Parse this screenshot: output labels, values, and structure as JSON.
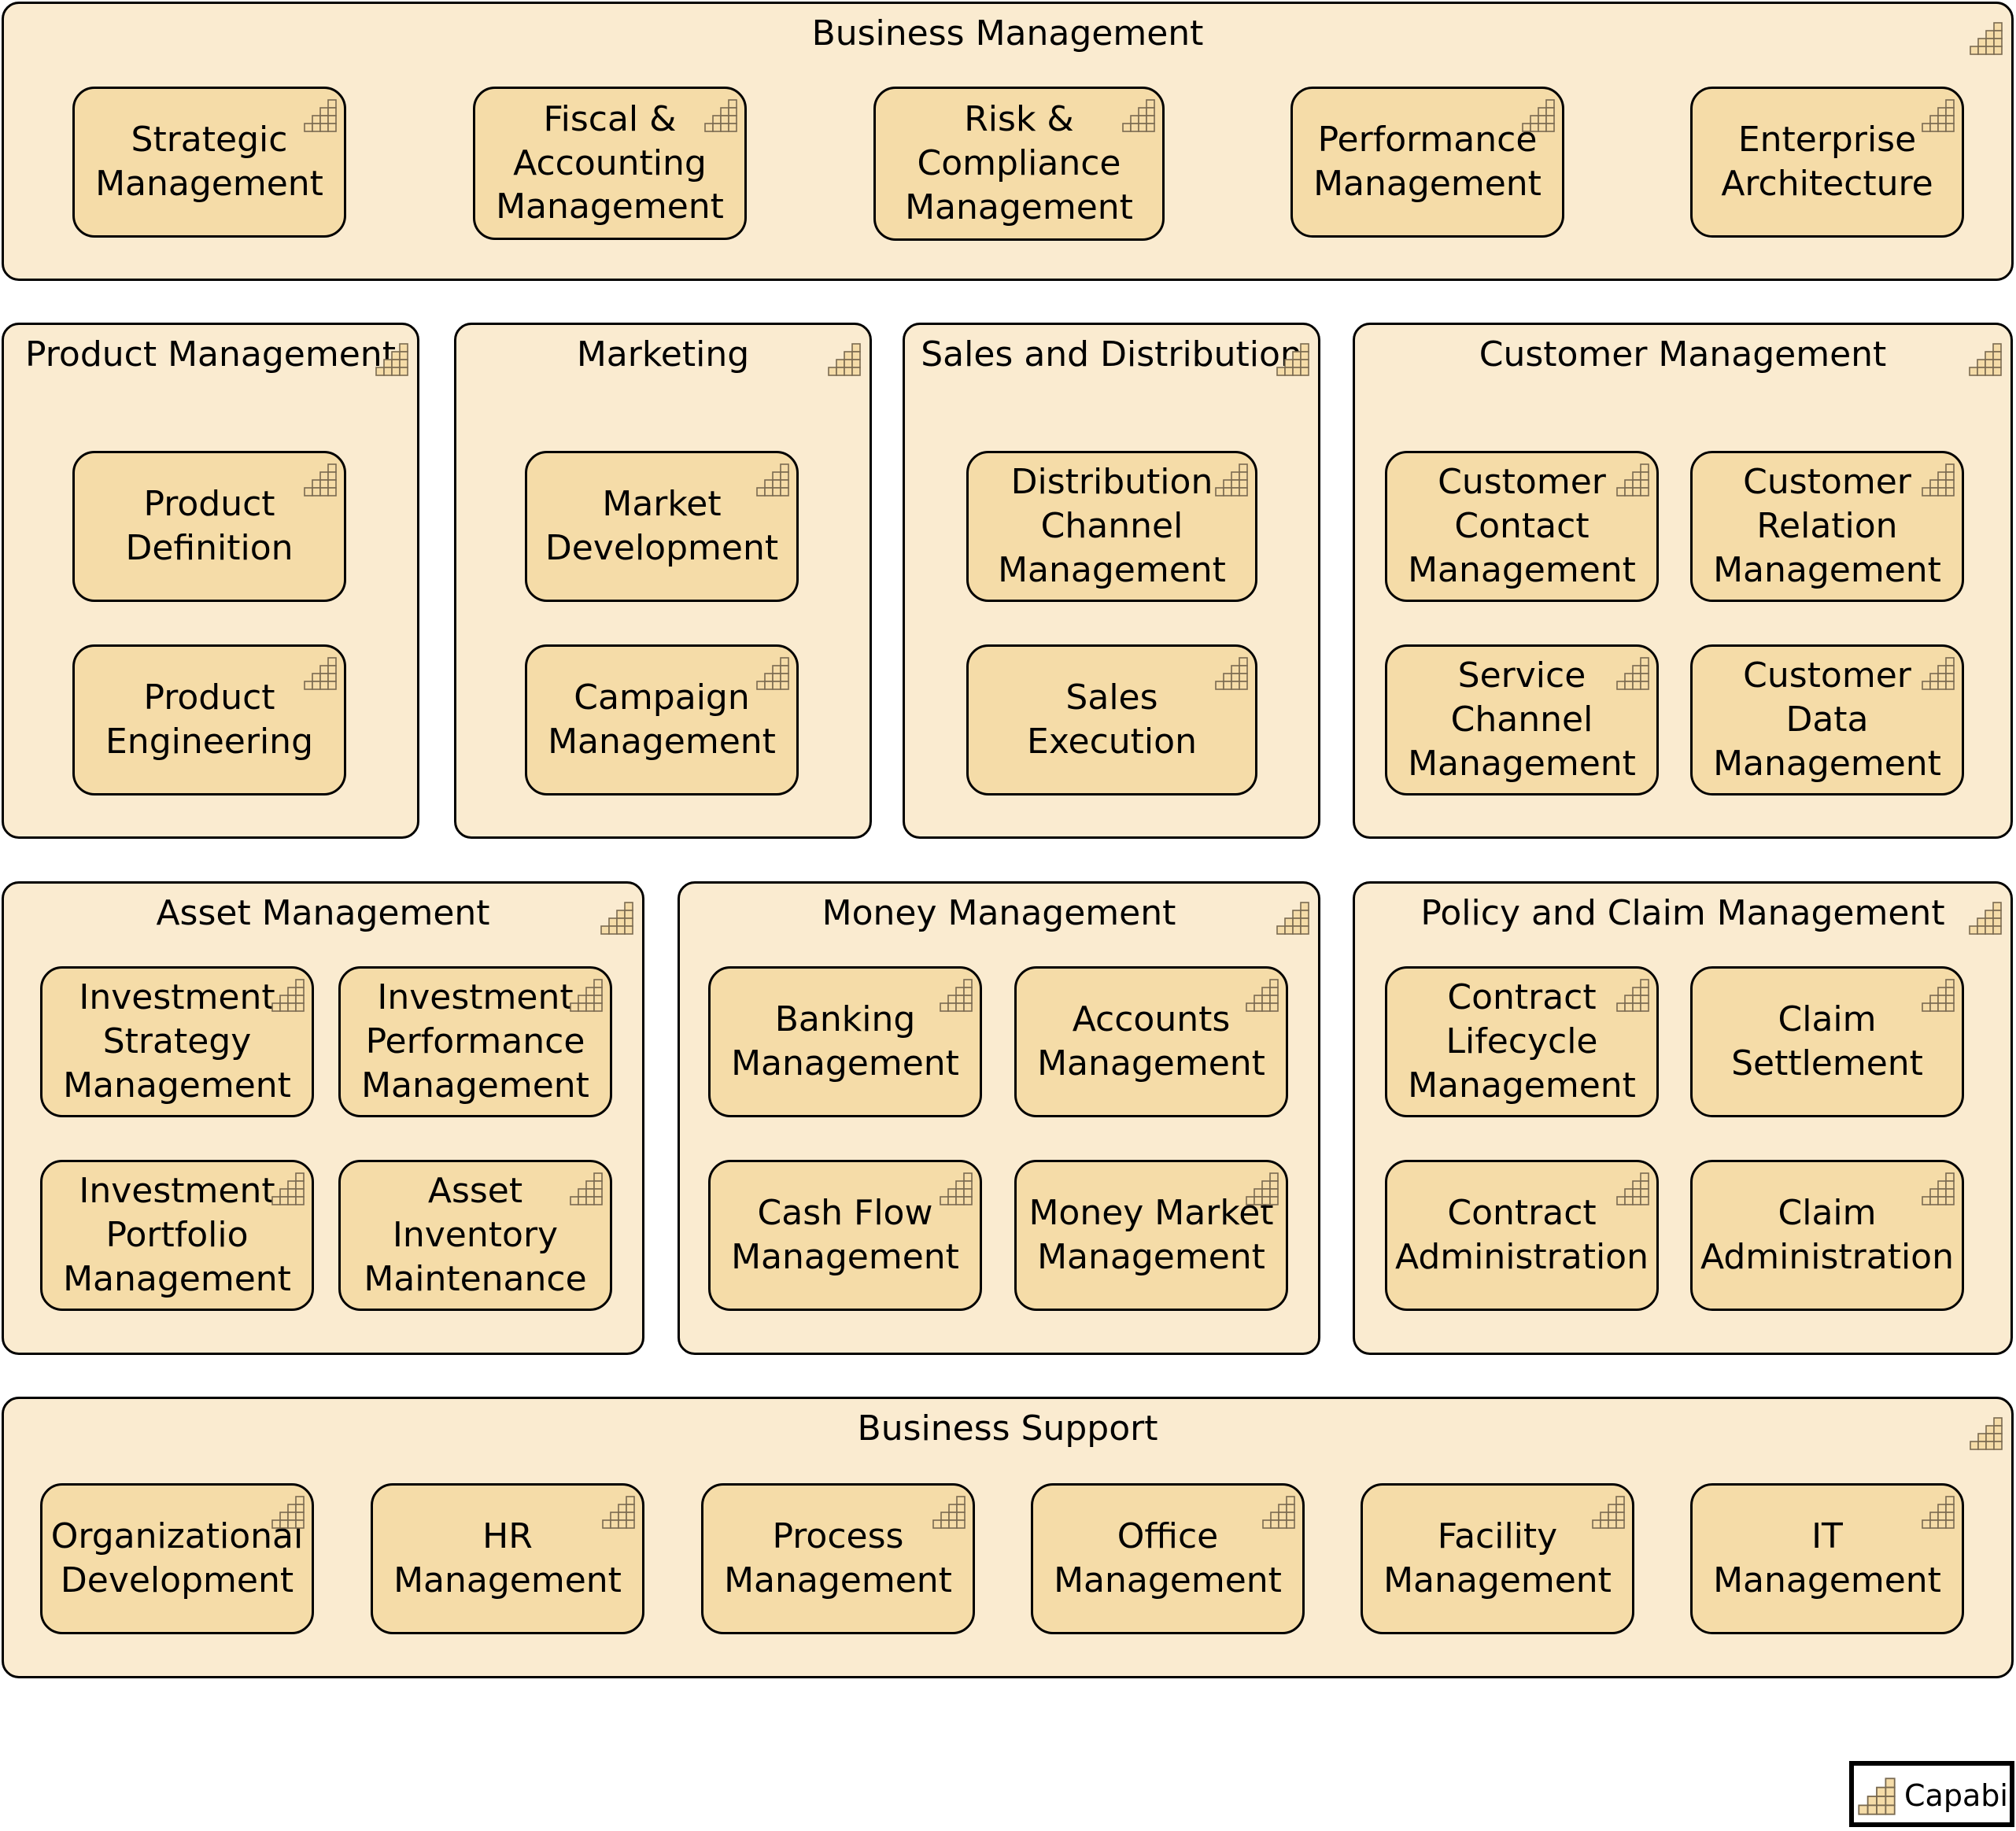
{
  "icon": "capability-icon",
  "colors": {
    "group_fill": "#faebd0",
    "capability_fill": "#f5dca8",
    "border": "#000000"
  },
  "groups": [
    {
      "id": "business-management",
      "title": "Business Management",
      "capabilities": [
        "Strategic\nManagement",
        "Fiscal &\nAccounting\nManagement",
        "Risk &\nCompliance\nManagement",
        "Performance\nManagement",
        "Enterprise\nArchitecture"
      ]
    },
    {
      "id": "product-management",
      "title": "Product Management",
      "capabilities": [
        "Product\nDefinition",
        "Product\nEngineering"
      ]
    },
    {
      "id": "marketing",
      "title": "Marketing",
      "capabilities": [
        "Market\nDevelopment",
        "Campaign\nManagement"
      ]
    },
    {
      "id": "sales-and-distribution",
      "title": "Sales and Distribution",
      "capabilities": [
        "Distribution\nChannel\nManagement",
        "Sales\nExecution"
      ]
    },
    {
      "id": "customer-management",
      "title": "Customer Management",
      "capabilities": [
        "Customer\nContact\nManagement",
        "Customer\nRelation\nManagement",
        "Service\nChannel\nManagement",
        "Customer\nData\nManagement"
      ]
    },
    {
      "id": "asset-management",
      "title": "Asset Management",
      "capabilities": [
        "Investment\nStrategy\nManagement",
        "Investment\nPerformance\nManagement",
        "Investment\nPortfolio\nManagement",
        "Asset\nInventory\nMaintenance"
      ]
    },
    {
      "id": "money-management",
      "title": "Money Management",
      "capabilities": [
        "Banking\nManagement",
        "Accounts\nManagement",
        "Cash Flow\nManagement",
        "Money Market\nManagement"
      ]
    },
    {
      "id": "policy-and-claim-management",
      "title": "Policy and Claim Management",
      "capabilities": [
        "Contract\nLifecycle\nManagement",
        "Claim\nSettlement",
        "Contract\nAdministration",
        "Claim\nAdministration"
      ]
    },
    {
      "id": "business-support",
      "title": "Business Support",
      "capabilities": [
        "Organizational\nDevelopment",
        "HR\nManagement",
        "Process\nManagement",
        "Office\nManagement",
        "Facility\nManagement",
        "IT\nManagement"
      ]
    }
  ],
  "legend": {
    "label": "Capability"
  }
}
